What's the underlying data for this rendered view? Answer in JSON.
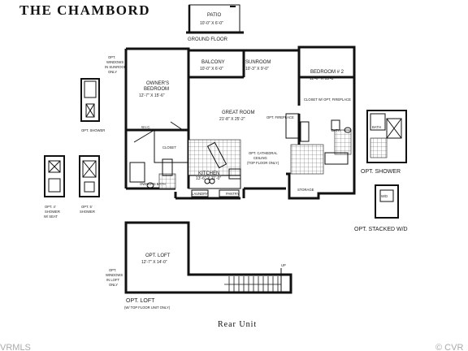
{
  "title": "The Chambord",
  "rooms": {
    "patio": {
      "name": "PATIO",
      "dim": "10'-0\" X 6'-0\""
    },
    "ground_floor": "GROUND FLOOR",
    "balcony": {
      "name": "BALCONY",
      "dim": "10'-0\" X 6'-0\""
    },
    "sunroom": {
      "name": "SUNROOM",
      "dim": "10'-3\" X 9'-0\""
    },
    "bedroom2": {
      "name": "BEDROOM # 2",
      "dim": "11'-0\" X 13'-8\""
    },
    "owners_bedroom": {
      "name1": "OWNER'S",
      "name2": "BEDROOM",
      "dim": "12'-7\" X 15'-6\""
    },
    "great_room": {
      "name": "GREAT ROOM",
      "dim": "21'-8\" X 25'-2\""
    },
    "kitchen": {
      "name": "KITCHEN",
      "dim": "13'-6\" X 11'-0\""
    },
    "loft": {
      "name": "OPT. LOFT",
      "dim": "12'-7\" X 14'-0\""
    }
  },
  "labels": {
    "closet": "CLOSET",
    "wic": "W.I.C.",
    "bath": "BATH",
    "owners_bath": "OWNER'S BATH",
    "storage": "STORAGE",
    "laundry": "LAUNDRY",
    "pantry": "PANTRY",
    "fireplace": "OPT. FIREPLACE",
    "closet_fireplace": "CLOSET W/ OPT. FIREPLACE",
    "ceiling1": "OPT. CATHEDRAL",
    "ceiling2": "CEILING",
    "ceiling3": "(TOP FLOOR ONLY)",
    "windows1": "OPT.",
    "windows2": "WINDOWS",
    "windows3": "IN SUNROOM",
    "windows4": "ONLY",
    "windows_loft1": "OPT.",
    "windows_loft2": "WINDOWS",
    "windows_loft3": "IN LOFT",
    "windows_loft4": "ONLY",
    "up": "UP"
  },
  "options": {
    "shower": "OPT. SHOWER",
    "shower_right": "OPT. SHOWER",
    "shower_seat1": "OPT. 4'",
    "shower_seat2": "SHOWER",
    "shower_seat3": "W/ SEAT",
    "shower5_1": "OPT. 5'",
    "shower5_2": "SHOWER",
    "stacked": "OPT. STACKED W/D",
    "loft1": "OPT. LOFT",
    "loft2": "(W/ TOP FLOOR UNIT ONLY)"
  },
  "footer": {
    "rear_unit": "Rear Unit",
    "left_mark": "VRMLS",
    "right_mark": "© CVR"
  }
}
